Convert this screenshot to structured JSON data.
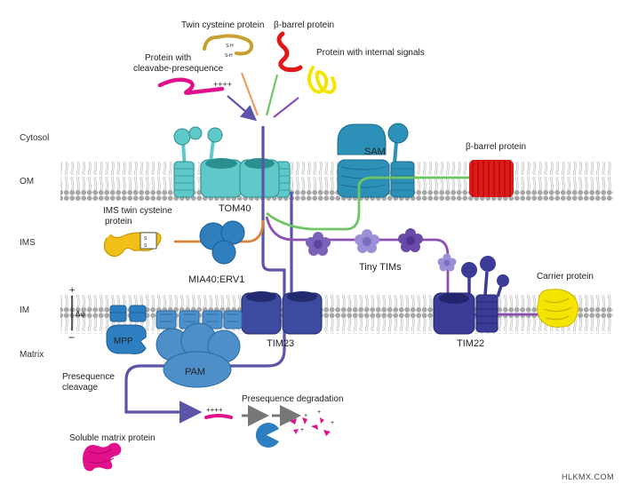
{
  "regions": {
    "cytosol": "Cytosol",
    "om": "OM",
    "ims": "IMS",
    "im": "IM",
    "matrix": "Matrix"
  },
  "precursors": {
    "twin_cysteine": "Twin cysteine protein",
    "beta_barrel": "β-barrel protein",
    "cleavable": "Protein with\ncleavabe-presequence",
    "internal_signals": "Protein with internal signals"
  },
  "complexes": {
    "tom40": "TOM40",
    "sam": "SAM",
    "mia40": "MIA40:ERV1",
    "tiny_tims": "Tiny TIMs",
    "tim23": "TIM23",
    "tim22": "TIM22",
    "pam": "PAM",
    "mpp": "MPP"
  },
  "products": {
    "beta_barrel_om": "β-barrel protein",
    "ims_twin_cysteine": "IMS twin cysteine\nprotein",
    "carrier": "Carrier protein",
    "soluble_matrix": "Soluble matrix protein",
    "presequence_cleavage": "Presequence\ncleavage",
    "presequence_degradation": "Presequence degradation"
  },
  "membrane_signs": {
    "plus": "+",
    "psi": "Δψ",
    "minus": "−"
  },
  "presequence_charges": "++++",
  "watermark": "HLKMX.COM",
  "colors": {
    "membrane_head": "#a9a9a9",
    "membrane_tail": "#b7b7b7",
    "tom40": "#5fc9c9",
    "sam": "#2c90b8",
    "mia40": "#2f7fbf",
    "tiny_tims": "#7b62b8",
    "tim23": "#3c4aa0",
    "tim22": "#3b3c98",
    "pam": "#4e8fc9",
    "mpp": "#2e7fc1",
    "path_main": "#5b55a8",
    "path_orange": "#d9843d",
    "path_green": "#6fc464",
    "path_purple": "#8a4fb0",
    "beta_barrel": "#e01818",
    "carrier": "#f5e400",
    "ims_twin": "#f0c018",
    "magenta": "#e0118b"
  }
}
